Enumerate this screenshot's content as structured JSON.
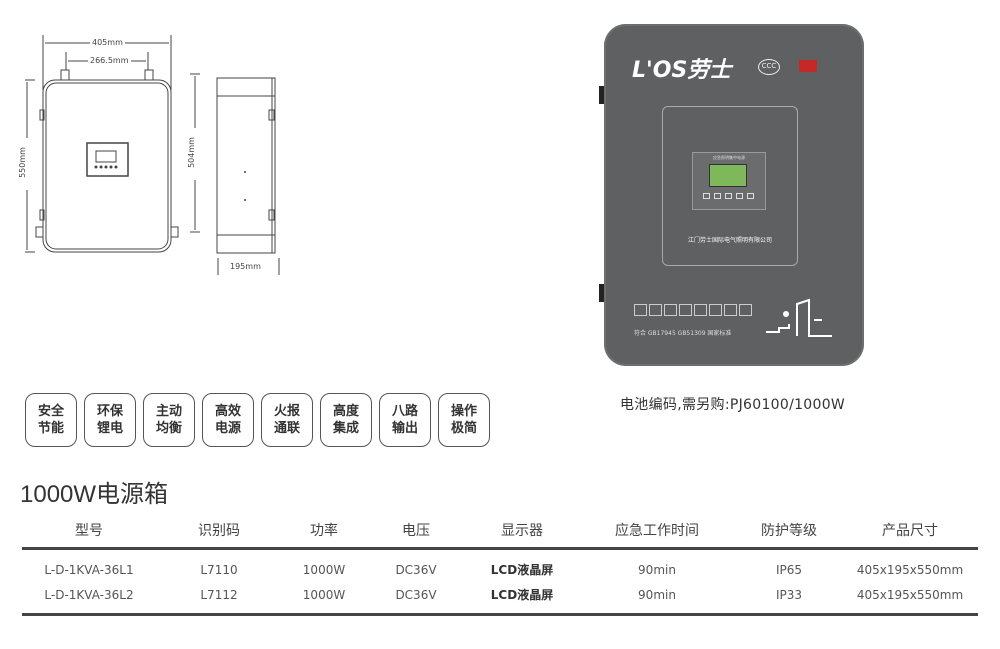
{
  "drawing": {
    "width_label": "405mm",
    "mount_label": "266.5mm",
    "height_label": "550mm",
    "inner_height_label": "504mm",
    "depth_label": "195mm"
  },
  "product": {
    "brand": "L'OS劳士",
    "company": "江门劳士国际电气照明有限公司",
    "panel_title": "应急照明集中电源",
    "standard": "符合 GB17945 GB51309 国家标准",
    "cert": "CCC",
    "caption": "电池编码,需另购:PJ60100/1000W",
    "body_color": "#5f6062",
    "lcd_color": "#7fb85a"
  },
  "features": [
    [
      "安全",
      "节能"
    ],
    [
      "环保",
      "锂电"
    ],
    [
      "主动",
      "均衡"
    ],
    [
      "高效",
      "电源"
    ],
    [
      "火报",
      "通联"
    ],
    [
      "高度",
      "集成"
    ],
    [
      "八路",
      "输出"
    ],
    [
      "操作",
      "极简"
    ]
  ],
  "title": "1000W电源箱",
  "table": {
    "headers": [
      "型号",
      "识别码",
      "功率",
      "电压",
      "显示器",
      "应急工作时间",
      "防护等级",
      "产品尺寸"
    ],
    "rows": [
      [
        "L-D-1KVA-36L1",
        "L7110",
        "1000W",
        "DC36V",
        "LCD液晶屏",
        "90min",
        "IP65",
        "405x195x550mm"
      ],
      [
        "L-D-1KVA-36L2",
        "L7112",
        "1000W",
        "DC36V",
        "LCD液晶屏",
        "90min",
        "IP33",
        "405x195x550mm"
      ]
    ]
  }
}
